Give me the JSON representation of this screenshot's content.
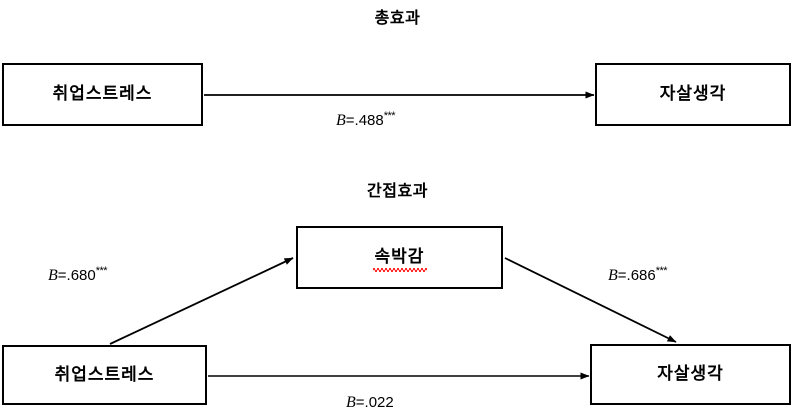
{
  "figure": {
    "background_color": "#ffffff",
    "line_color": "#000000",
    "spellcheck_underline_color": "#ff2b2b"
  },
  "sections": [
    {
      "id": "total-effect",
      "title": "총효과"
    },
    {
      "id": "indirect-effect",
      "title": "간접효과"
    }
  ],
  "nodes": {
    "top_predictor": "취업스트레스",
    "top_outcome": "자살생각",
    "mediator": "속박감",
    "bottom_predictor": "취업스트레스",
    "bottom_outcome": "자살생각"
  },
  "paths": {
    "total": {
      "b_symbol": "B",
      "equals": "=",
      "value": ".488",
      "stars": "***",
      "full": "B=.488***"
    },
    "a_path": {
      "b_symbol": "B",
      "equals": "=",
      "value": ".680",
      "stars": "***",
      "full": "B=.680***"
    },
    "b_path": {
      "b_symbol": "B",
      "equals": "=",
      "value": ".686",
      "stars": "***",
      "full": "B=.686***"
    },
    "direct": {
      "b_symbol": "B",
      "equals": "=",
      "value": ".022",
      "stars": "",
      "full": "B=.022"
    }
  }
}
